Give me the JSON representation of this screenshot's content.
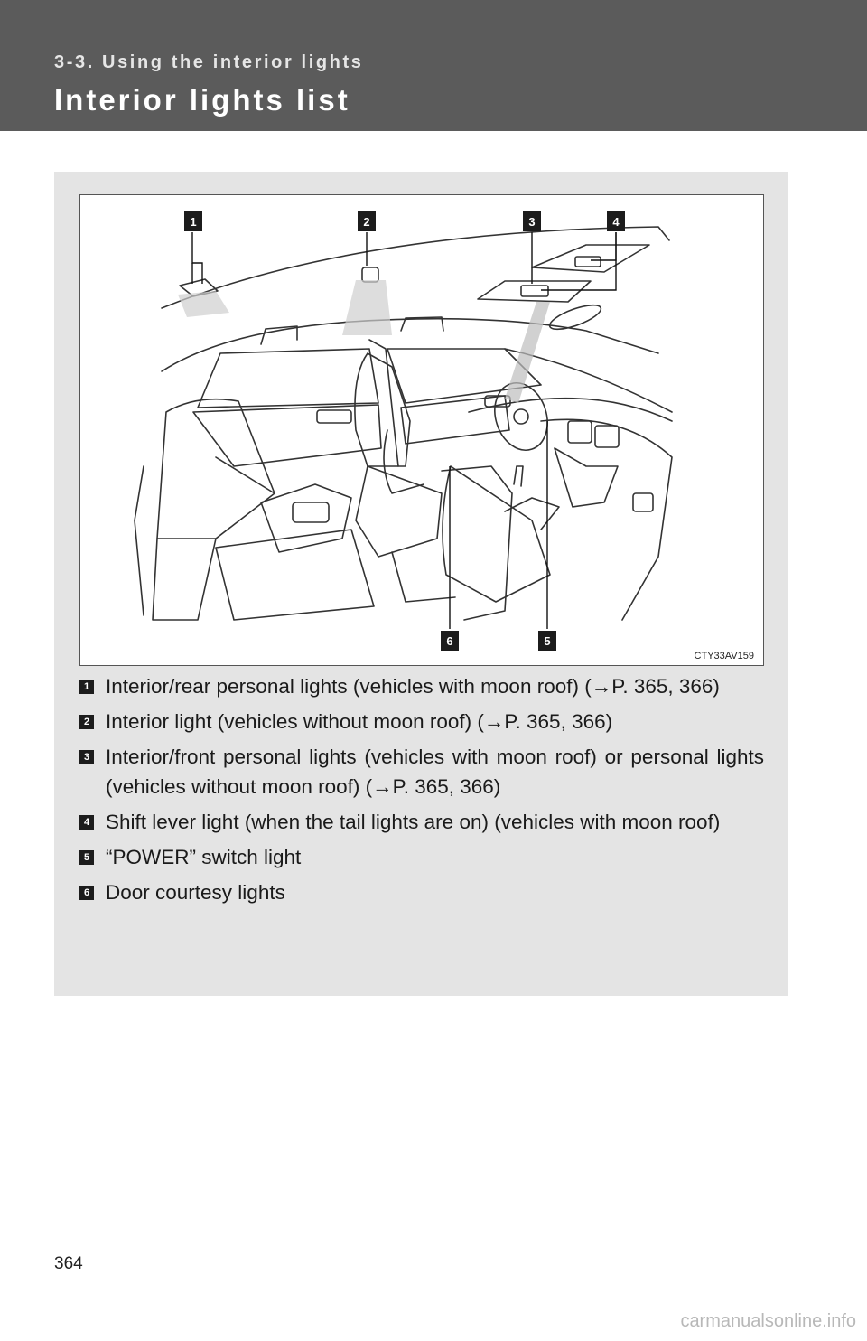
{
  "header": {
    "section": "3-3. Using the interior lights",
    "title": "Interior lights list"
  },
  "figure": {
    "code": "CTY33AV159",
    "callouts": [
      "1",
      "2",
      "3",
      "4",
      "5",
      "6"
    ]
  },
  "items": [
    {
      "num": "1",
      "text": "Interior/rear personal lights (vehicles with moon roof) (→P. 365, 366)"
    },
    {
      "num": "2",
      "text": "Interior light (vehicles without moon roof) (→P. 365, 366)"
    },
    {
      "num": "3",
      "text": "Interior/front personal lights (vehicles with moon roof) or personal lights (vehicles without moon roof) (→P. 365, 366)"
    },
    {
      "num": "4",
      "text": "Shift lever light (when the tail lights are on) (vehicles with moon roof)"
    },
    {
      "num": "5",
      "text": "“POWER” switch light"
    },
    {
      "num": "6",
      "text": "Door courtesy lights"
    }
  ],
  "page_number": "364",
  "watermark": "carmanualsonline.info"
}
